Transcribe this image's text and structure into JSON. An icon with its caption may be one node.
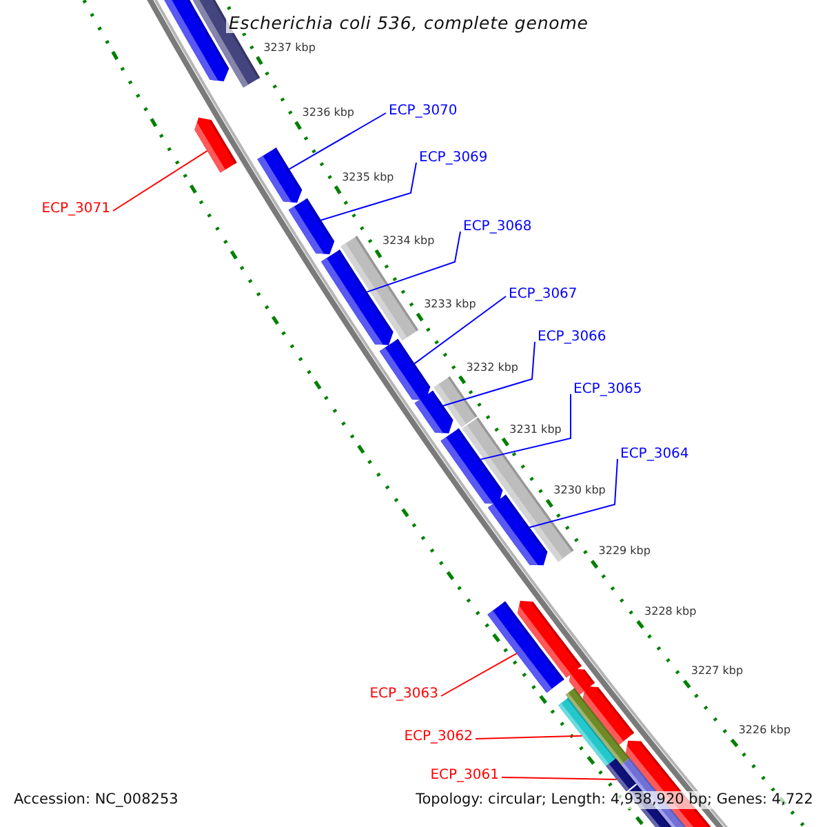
{
  "diagram": {
    "title": "Escherichia coli 536, complete genome",
    "nodes": [
      {
        "text": [
          "ECP_3070"
        ]
      },
      {
        "text": [
          "ECP_3069"
        ]
      },
      {
        "text": [
          "ECP_3068"
        ]
      },
      {
        "text": [
          "ECP_3067"
        ]
      },
      {
        "text": [
          "ECP_3066"
        ]
      },
      {
        "text": [
          "ECP_3065"
        ]
      },
      {
        "text": [
          "ECP_3064"
        ]
      },
      {
        "text": [
          "ECP_3071"
        ]
      },
      {
        "text": [
          "ECP_3063"
        ]
      },
      {
        "text": [
          "ECP_3062"
        ]
      },
      {
        "text": [
          "ECP_3061"
        ]
      },
      {
        "text": [],
        "shape": "bar"
      },
      {
        "text": [],
        "shape": "bar"
      },
      {
        "text": [],
        "shape": "bar"
      },
      {
        "text": [],
        "shape": "bar"
      },
      {
        "text": [],
        "shape": "bar"
      },
      {
        "text": [],
        "shape": "bar"
      },
      {
        "text": [],
        "shape": "bar"
      },
      {
        "text": [],
        "shape": "bar"
      },
      {
        "text": [],
        "shape": "bar"
      },
      {
        "text": [],
        "shape": "bar"
      },
      {
        "text": [],
        "shape": "bar"
      }
    ],
    "edges": [
      {
        "from": 0,
        "to": 12,
        "arrow": "none"
      },
      {
        "from": 1,
        "to": 13,
        "arrow": "none"
      },
      {
        "from": 2,
        "to": 14,
        "arrow": "none"
      },
      {
        "from": 3,
        "to": 15,
        "arrow": "none"
      },
      {
        "from": 4,
        "to": 16,
        "arrow": "none"
      },
      {
        "from": 5,
        "to": 17,
        "arrow": "none"
      },
      {
        "from": 6,
        "to": 18,
        "arrow": "none"
      },
      {
        "from": 7,
        "to": 11,
        "arrow": "none",
        "color": "#ff0000"
      },
      {
        "from": 8,
        "to": 19,
        "arrow": "none",
        "color": "#ff0000"
      },
      {
        "from": 9,
        "to": 20,
        "arrow": "none",
        "color": "#ff0000"
      },
      {
        "from": 10,
        "to": 21,
        "arrow": "none",
        "color": "#ff0000"
      }
    ],
    "labels": [
      "3237 kbp",
      "3236 kbp",
      "3235 kbp",
      "3234 kbp",
      "3233 kbp",
      "3232 kbp",
      "3231 kbp",
      "3230 kbp",
      "3229 kbp",
      "3228 kbp",
      "3227 kbp",
      "3226 kbp",
      "Accession: NC_008253",
      "Topology: circular; Length: 4,938,920 bp; Genes: 4,722"
    ]
  }
}
